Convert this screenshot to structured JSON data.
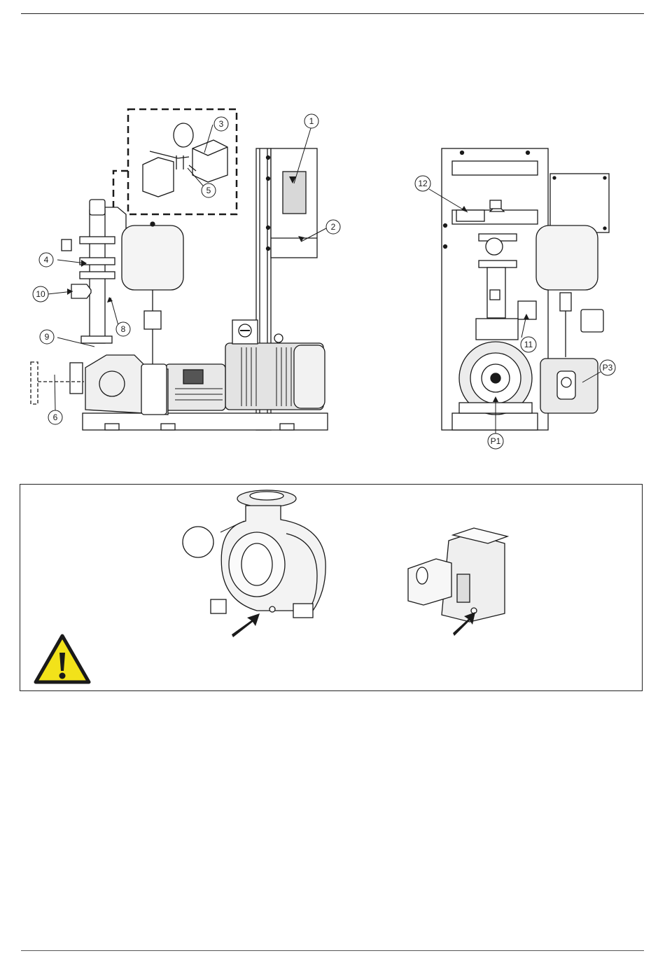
{
  "callouts": {
    "c1": "1",
    "c2": "2",
    "c3": "3",
    "c4": "4",
    "c5": "5",
    "c6": "6",
    "c8": "8",
    "c9": "9",
    "c10": "10",
    "c11": "11",
    "c12": "12",
    "p1": "P1",
    "p3": "P3"
  },
  "icons": {
    "warning": "warning-triangle-icon",
    "arrow": "pointer-arrow-icon"
  },
  "colors": {
    "warning_fill": "#f2e21a",
    "line": "#1a1a1a"
  }
}
